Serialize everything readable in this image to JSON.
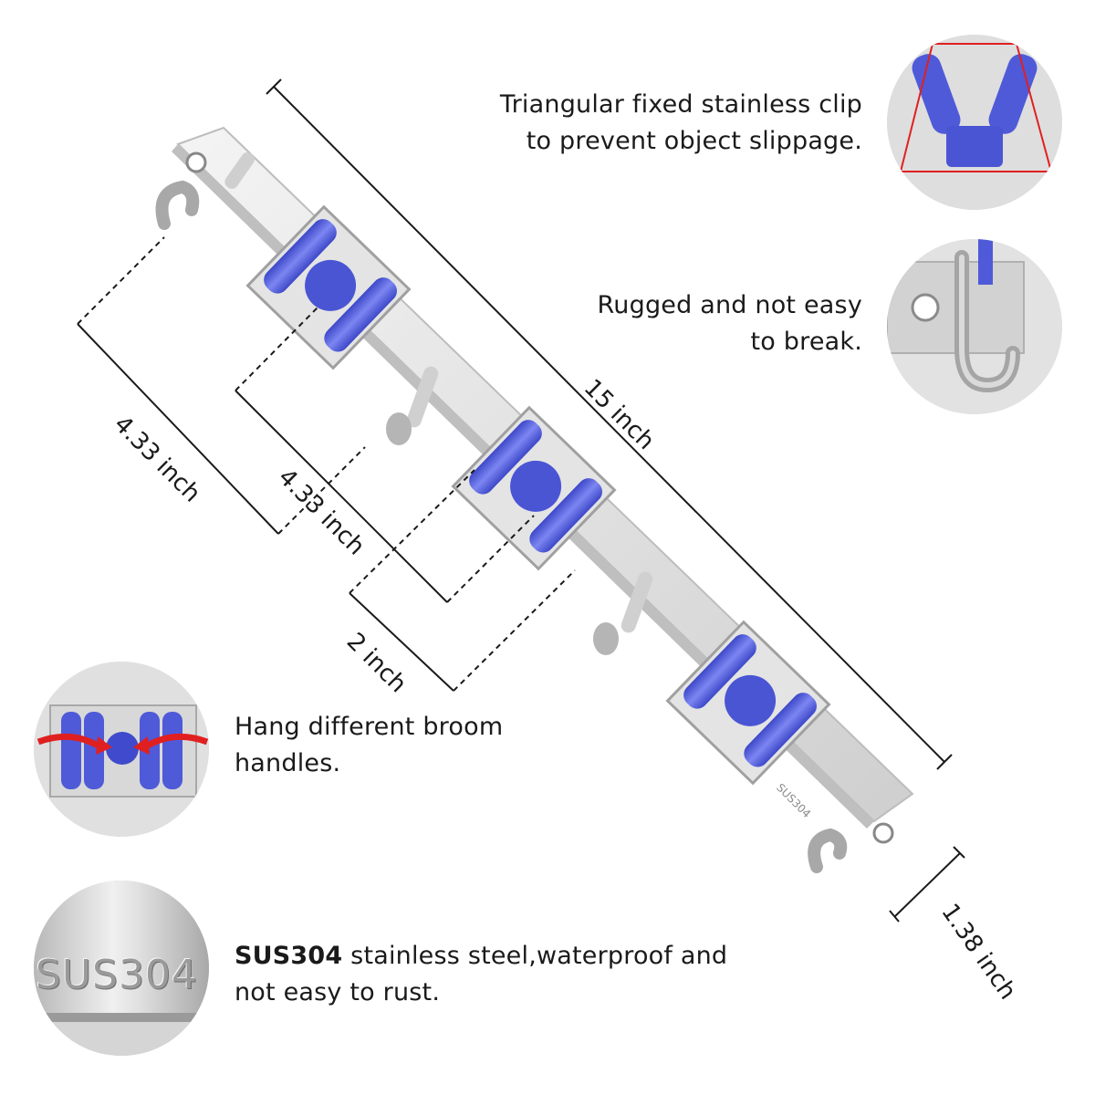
{
  "features": {
    "clip": {
      "line1": "Triangular fixed stainless clip",
      "line2": "to prevent object slippage."
    },
    "rugged": {
      "line1": "Rugged and not easy",
      "line2": "to break."
    },
    "hang": {
      "line1": "Hang different broom",
      "line2": "handles."
    },
    "steel": {
      "bold": "SUS304",
      "rest": " stainless steel,waterproof and",
      "line2": "not easy to rust."
    }
  },
  "dimensions": {
    "length": "15 inch",
    "spacing_a": "4.33 inch",
    "spacing_b": "4.33 inch",
    "hook_gap": "2 inch",
    "width": "1.38 inch"
  },
  "engraving": {
    "detail": "SUS304",
    "rack": "SUS304"
  },
  "colors": {
    "roller_blue": "#5b67e0",
    "steel": "#d9d9d9",
    "arrow_red": "#e02020"
  }
}
